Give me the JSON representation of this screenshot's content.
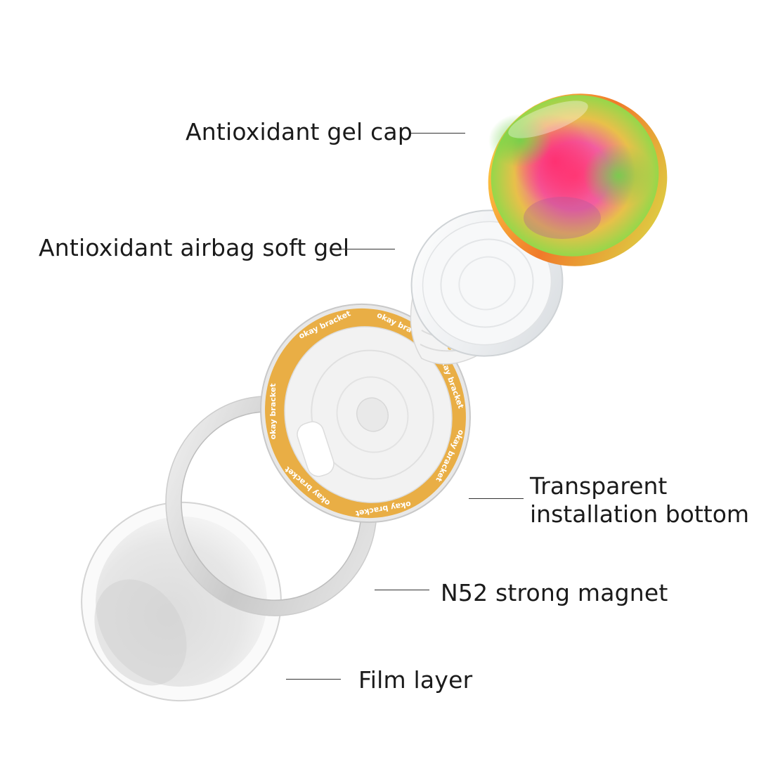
{
  "diagram": {
    "labels": {
      "gel_cap": "Antioxidant gel cap",
      "airbag_gel": "Antioxidant airbag soft gel",
      "install_bottom_line1": "Transparent",
      "install_bottom_line2": "installation bottom",
      "magnet": "N52 strong magnet",
      "film": "Film layer"
    },
    "ring_text": "okay bracket",
    "colors": {
      "ring_orange": "#E9AE45",
      "text": "#1a1a1a",
      "leader": "#333333"
    }
  }
}
